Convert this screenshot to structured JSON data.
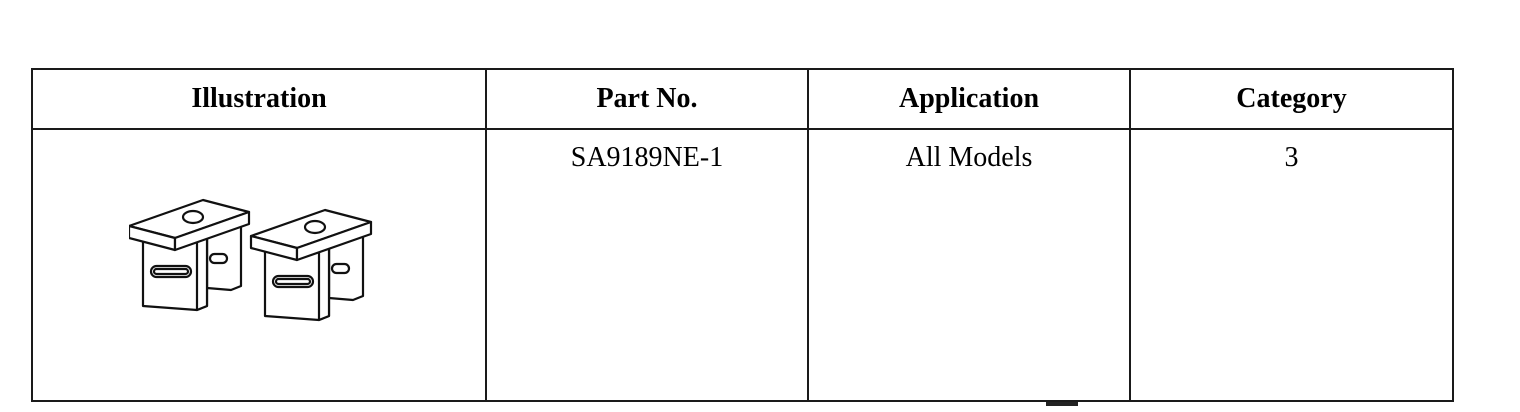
{
  "table": {
    "headers": {
      "illustration": "Illustration",
      "part_no": "Part No.",
      "application": "Application",
      "category": "Category"
    },
    "rows": [
      {
        "illustration_icon": "mounting-bracket-pair-icon",
        "part_no": "SA9189NE-1",
        "application": "All Models",
        "category": "3"
      }
    ]
  }
}
